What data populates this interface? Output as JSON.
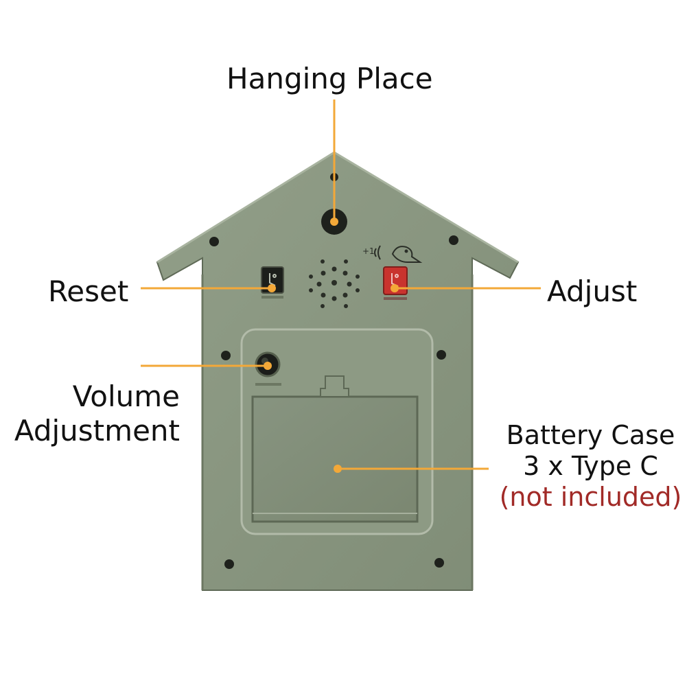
{
  "labels": {
    "hanging": "Hanging Place",
    "reset": "Reset",
    "adjust": "Adjust",
    "volume_line1": "Volume",
    "volume_line2": "Adjustment",
    "battery_line1": "Battery Case",
    "battery_line2": "3 x Type C",
    "battery_note": "(not included)"
  },
  "colors": {
    "callout": "#f3a838",
    "body": "#8b9881",
    "body_edge": "#6c7762",
    "note": "#a12a27"
  },
  "icons": {
    "reset_button": "clock-hand-icon",
    "adjust_button": "clock-hand-icon",
    "bird_symbol": "bird-icon"
  }
}
